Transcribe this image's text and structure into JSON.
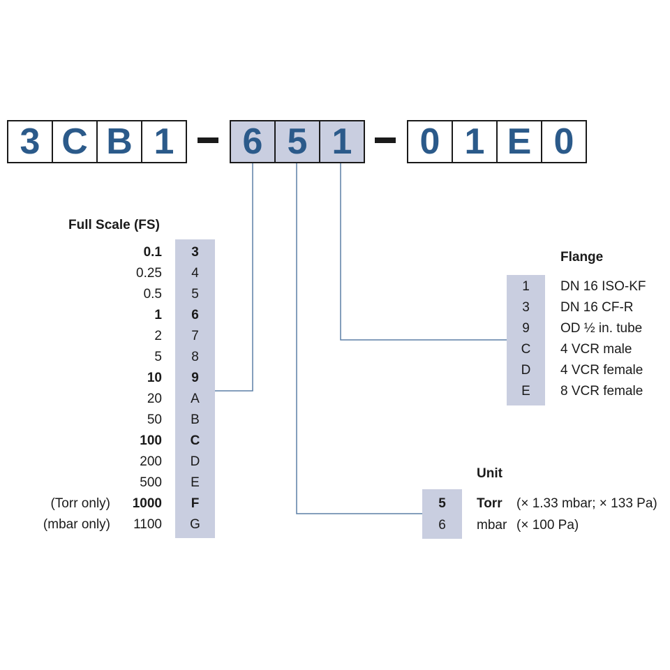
{
  "part_number": {
    "groups": [
      [
        "3",
        "C",
        "B",
        "1"
      ],
      [
        "6",
        "5",
        "1"
      ],
      [
        "0",
        "1",
        "E",
        "0"
      ]
    ],
    "highlighted_group": 1
  },
  "full_scale": {
    "title": "Full Scale (FS)",
    "rows": [
      {
        "note": "",
        "value": "0.1",
        "code": "3",
        "bold": true
      },
      {
        "note": "",
        "value": "0.25",
        "code": "4",
        "bold": false
      },
      {
        "note": "",
        "value": "0.5",
        "code": "5",
        "bold": false
      },
      {
        "note": "",
        "value": "1",
        "code": "6",
        "bold": true
      },
      {
        "note": "",
        "value": "2",
        "code": "7",
        "bold": false
      },
      {
        "note": "",
        "value": "5",
        "code": "8",
        "bold": false
      },
      {
        "note": "",
        "value": "10",
        "code": "9",
        "bold": true
      },
      {
        "note": "",
        "value": "20",
        "code": "A",
        "bold": false
      },
      {
        "note": "",
        "value": "50",
        "code": "B",
        "bold": false
      },
      {
        "note": "",
        "value": "100",
        "code": "C",
        "bold": true
      },
      {
        "note": "",
        "value": "200",
        "code": "D",
        "bold": false
      },
      {
        "note": "",
        "value": "500",
        "code": "E",
        "bold": false
      },
      {
        "note": "(Torr only)",
        "value": "1000",
        "code": "F",
        "bold": true
      },
      {
        "note": "(mbar only)",
        "value": "1100",
        "code": "G",
        "bold": false
      }
    ]
  },
  "flange": {
    "title": "Flange",
    "rows": [
      {
        "code": "1",
        "label": "DN 16 ISO-KF"
      },
      {
        "code": "3",
        "label": "DN 16 CF-R"
      },
      {
        "code": "9",
        "label": "OD ½ in. tube"
      },
      {
        "code": "C",
        "label": "4 VCR male"
      },
      {
        "code": "D",
        "label": "4 VCR female"
      },
      {
        "code": "E",
        "label": "8 VCR female"
      }
    ]
  },
  "unit": {
    "title": "Unit",
    "rows": [
      {
        "code": "5",
        "label": "Torr",
        "detail": "(× 1.33 mbar; × 133 Pa)",
        "bold": true
      },
      {
        "code": "6",
        "label": "mbar",
        "detail": "(× 100 Pa)",
        "bold": false
      }
    ]
  },
  "colors": {
    "code_text": "#2b5a8a",
    "highlight": "#c9cee0",
    "connector": "#5b7fa6",
    "border": "#1a1a1a"
  }
}
